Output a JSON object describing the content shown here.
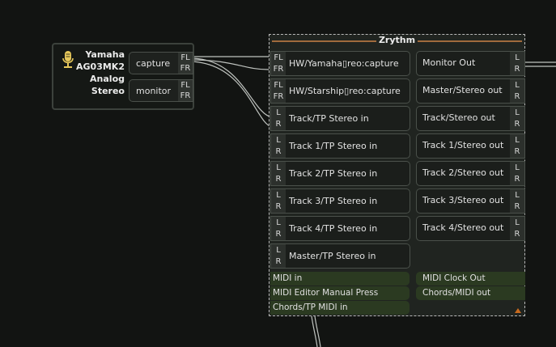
{
  "source_node": {
    "name": "Yamaha\nAG03MK2\nAnalog\nStereo",
    "ports": [
      {
        "label": "capture",
        "channels": [
          "FL",
          "FR"
        ]
      },
      {
        "label": "monitor",
        "channels": [
          "FL",
          "FR"
        ]
      }
    ]
  },
  "zrythm_node": {
    "title": "Zrythm",
    "audio_inputs": [
      {
        "label": "HW/Yamaha▯reo:capture",
        "channels": [
          "FL",
          "FR"
        ]
      },
      {
        "label": "HW/Starship▯reo:capture",
        "channels": [
          "FL",
          "FR"
        ]
      },
      {
        "label": "Track/TP Stereo in",
        "channels": [
          "L",
          "R"
        ]
      },
      {
        "label": "Track 1/TP Stereo in",
        "channels": [
          "L",
          "R"
        ]
      },
      {
        "label": "Track 2/TP Stereo in",
        "channels": [
          "L",
          "R"
        ]
      },
      {
        "label": "Track 3/TP Stereo in",
        "channels": [
          "L",
          "R"
        ]
      },
      {
        "label": "Track 4/TP Stereo in",
        "channels": [
          "L",
          "R"
        ]
      },
      {
        "label": "Master/TP Stereo in",
        "channels": [
          "L",
          "R"
        ]
      }
    ],
    "audio_outputs": [
      {
        "label": "Monitor Out",
        "channels": [
          "L",
          "R"
        ]
      },
      {
        "label": "Master/Stereo out",
        "channels": [
          "L",
          "R"
        ]
      },
      {
        "label": "Track/Stereo out",
        "channels": [
          "L",
          "R"
        ]
      },
      {
        "label": "Track 1/Stereo out",
        "channels": [
          "L",
          "R"
        ]
      },
      {
        "label": "Track 2/Stereo out",
        "channels": [
          "L",
          "R"
        ]
      },
      {
        "label": "Track 3/Stereo out",
        "channels": [
          "L",
          "R"
        ]
      },
      {
        "label": "Track 4/Stereo out",
        "channels": [
          "L",
          "R"
        ]
      }
    ],
    "midi_inputs": [
      {
        "label": "MIDI in"
      },
      {
        "label": "MIDI Editor Manual Press"
      },
      {
        "label": "Chords/TP MIDI in"
      }
    ],
    "midi_outputs": [
      {
        "label": "MIDI Clock Out"
      },
      {
        "label": "Chords/MIDI out"
      }
    ]
  },
  "colors": {
    "background": "#121412",
    "node_fill": "#202420",
    "midi_port": "#2b3a21",
    "title_accent": "#a06a3c",
    "wire": "#c8c8c8"
  },
  "icons": {
    "source_device": "microphone-icon",
    "resize": "resize-grip-icon"
  }
}
